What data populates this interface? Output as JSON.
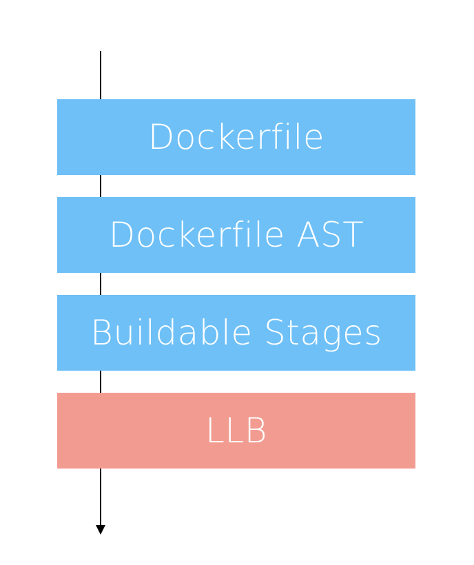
{
  "diagram": {
    "stages": [
      {
        "label": "Dockerfile",
        "color": "#6ec0f7"
      },
      {
        "label": "Dockerfile AST",
        "color": "#6ec0f7"
      },
      {
        "label": "Buildable Stages",
        "color": "#6ec0f7"
      },
      {
        "label": "LLB",
        "color": "#f29c91"
      }
    ],
    "flow_direction": "down",
    "arrow_color": "#000000"
  }
}
